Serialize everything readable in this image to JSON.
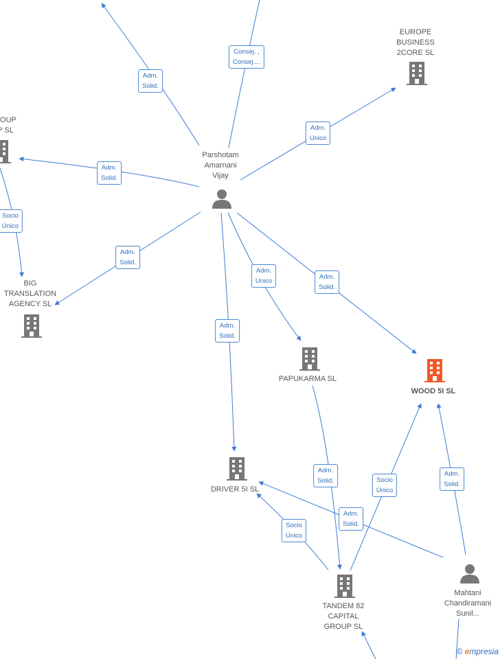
{
  "nodes": {
    "parshotam": "Parshotam\nAmarnani\nVijay",
    "europe": "EUROPE\nBUSINESS\n2CORE  SL",
    "group_partial": "ROUP\nP  SL",
    "big_translation": "BIG\nTRANSLATION\nAGENCY  SL",
    "papukarma": "PAPUKARMA  SL",
    "wood5i": "WOOD 5I  SL",
    "driver5i": "DRIVER 5I  SL",
    "tandem": "TANDEM 82\nCAPITAL\nGROUP  SL",
    "mahtani": "Mahtani\nChandiramani\nSunil..."
  },
  "edges": {
    "e1": "Adm.\nSolid.",
    "e2": "Consej. ,\nConsej....",
    "e3": "Adm.\nUnico",
    "e4": "Adm.\nSolid.",
    "e5": "Socio\nÚnico",
    "e6": "Adm.\nSolid.",
    "e7": "Adm.\nUnico",
    "e8": "Adm.\nSolid.",
    "e9": "Adm.\nSolid.",
    "e10": "Adm.\nSolid.",
    "e11": "Socio\nÚnico",
    "e12": "Adm.\nSolid.",
    "e13": "Adm.\nSolid.",
    "e14": "Socio\nÚnico"
  },
  "colors": {
    "edge": "#3a7bd5",
    "company": "#777777",
    "focus_company": "#f05a28",
    "person": "#777777"
  },
  "watermark": {
    "copyright": "©",
    "brand_first": "e",
    "brand_rest": "mpresia"
  }
}
